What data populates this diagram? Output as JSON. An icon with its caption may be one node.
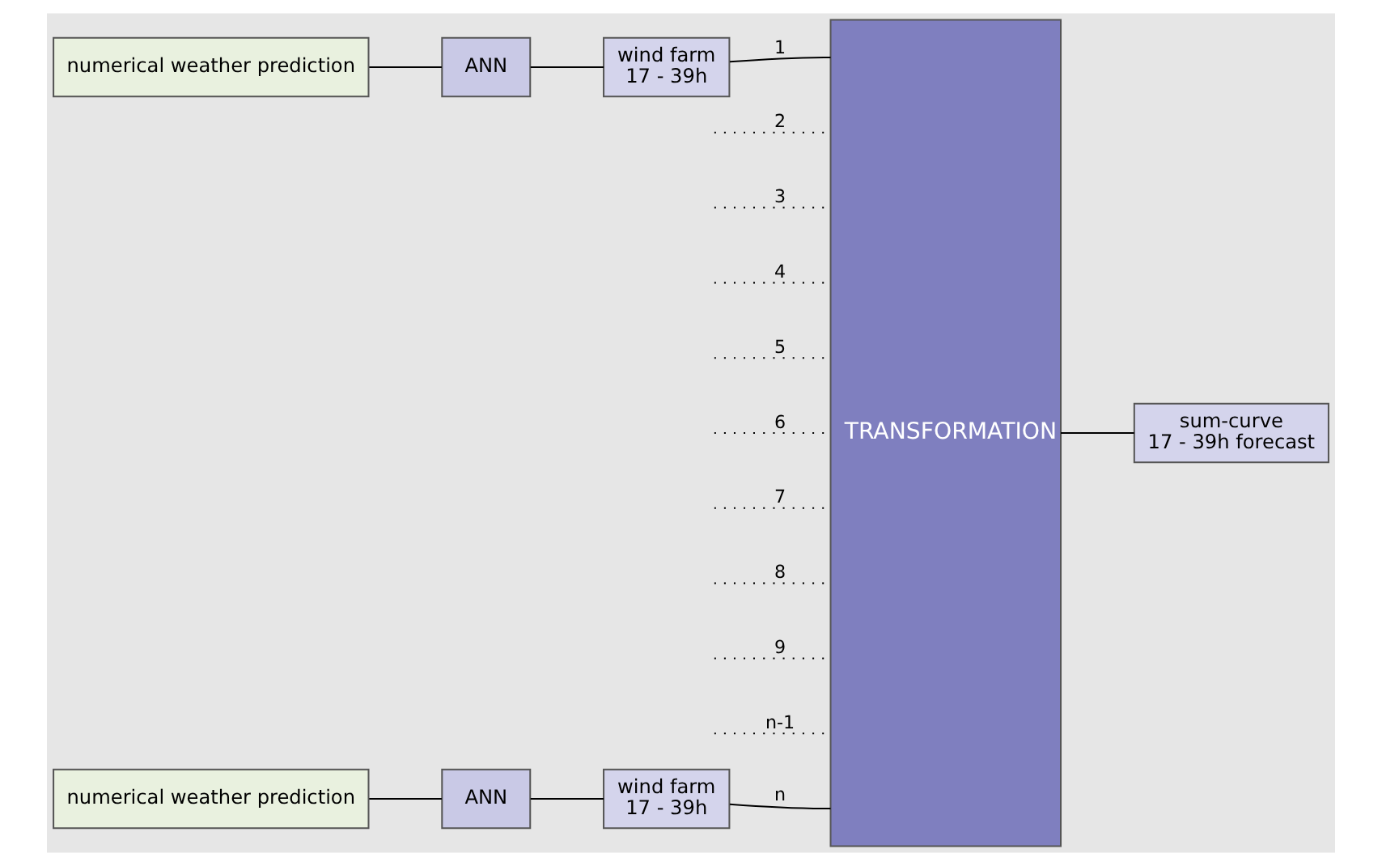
{
  "diagram": {
    "nodes": [
      {
        "text": [
          "numerical weather prediction"
        ]
      },
      {
        "text": [
          "ANN"
        ]
      },
      {
        "text": [
          "wind farm",
          "17 - 39h"
        ]
      },
      {
        "text": [
          "TRANSFORMATION"
        ]
      },
      {
        "text": [
          "sum-curve",
          "17 - 39h forecast"
        ]
      },
      {
        "text": [
          "numerical weather prediction"
        ]
      },
      {
        "text": [
          "ANN"
        ]
      },
      {
        "text": [
          "wind farm",
          "17 - 39h"
        ]
      }
    ],
    "edges": [
      {
        "from": 0,
        "to": 1,
        "arrow": "none"
      },
      {
        "from": 1,
        "to": 2,
        "arrow": "none"
      },
      {
        "from": 2,
        "to": 3,
        "arrow": "none",
        "label": "1"
      },
      {
        "from": null,
        "to": 3,
        "arrow": "none",
        "label": "2",
        "style": "dashed"
      },
      {
        "from": null,
        "to": 3,
        "arrow": "none",
        "label": "3",
        "style": "dashed"
      },
      {
        "from": null,
        "to": 3,
        "arrow": "none",
        "label": "4",
        "style": "dashed"
      },
      {
        "from": null,
        "to": 3,
        "arrow": "none",
        "label": "5",
        "style": "dashed"
      },
      {
        "from": null,
        "to": 3,
        "arrow": "none",
        "label": "6",
        "style": "dashed"
      },
      {
        "from": null,
        "to": 3,
        "arrow": "none",
        "label": "7",
        "style": "dashed"
      },
      {
        "from": null,
        "to": 3,
        "arrow": "none",
        "label": "8",
        "style": "dashed"
      },
      {
        "from": null,
        "to": 3,
        "arrow": "none",
        "label": "9",
        "style": "dashed"
      },
      {
        "from": null,
        "to": 3,
        "arrow": "none",
        "label": "n-1",
        "style": "dashed"
      },
      {
        "from": 3,
        "to": 4,
        "arrow": "none"
      },
      {
        "from": 5,
        "to": 6,
        "arrow": "none"
      },
      {
        "from": 6,
        "to": 7,
        "arrow": "none"
      },
      {
        "from": 7,
        "to": 3,
        "arrow": "none",
        "label": "n"
      }
    ]
  }
}
